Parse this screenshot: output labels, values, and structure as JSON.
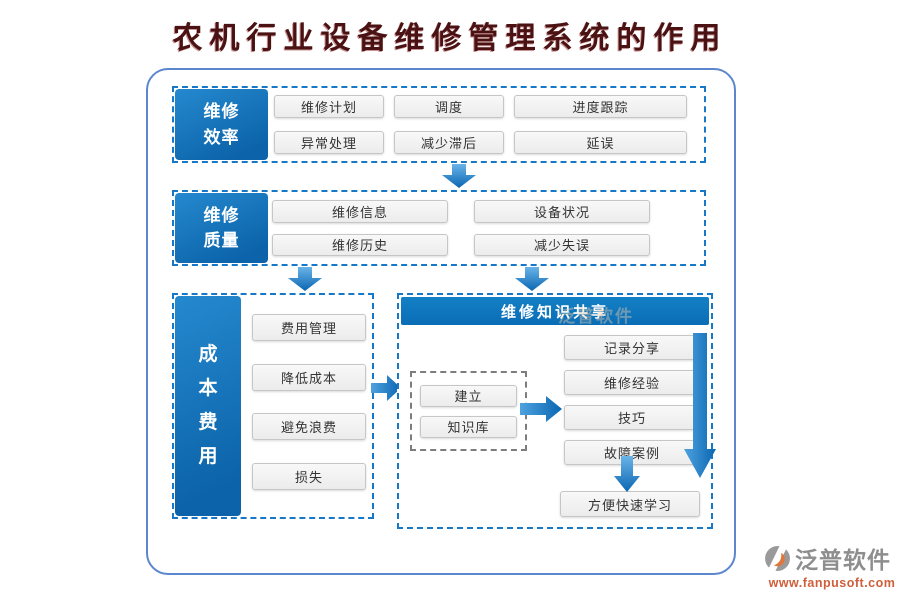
{
  "title": "农机行业设备维修管理系统的作用",
  "efficiency": {
    "label": "维修效率",
    "items": [
      "维修计划",
      "调度",
      "进度跟踪",
      "异常处理",
      "减少滞后",
      "延误"
    ]
  },
  "quality": {
    "label": "维修质量",
    "items": [
      "维修信息",
      "设备状况",
      "维修历史",
      "减少失误"
    ]
  },
  "cost": {
    "label": "成本费用",
    "items": [
      "费用管理",
      "降低成本",
      "避免浪费",
      "损失"
    ]
  },
  "knowledge": {
    "header": "维修知识共享",
    "build_items": [
      "建立",
      "知识库"
    ],
    "share_items": [
      "记录分享",
      "维修经验",
      "技巧",
      "故障案例"
    ],
    "result": "方便快速学习"
  },
  "branding": {
    "watermark": "泛普软件",
    "logo_text": "泛普软件",
    "logo_url": "www.fanpusoft.com"
  },
  "colors": {
    "node_blue": "#1176bf",
    "dashed_border": "#1878c8",
    "container_border": "#5c86cd",
    "title_color": "#4a1212",
    "logo_orange": "#cf5f3a"
  }
}
